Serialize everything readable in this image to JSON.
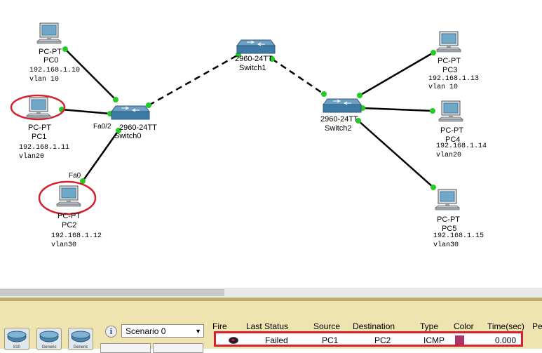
{
  "devices": {
    "pc0": {
      "type": "PC-PT",
      "name": "PC0",
      "ip": "192.168.1.10",
      "vlan": "vlan 10"
    },
    "pc1": {
      "type": "PC-PT",
      "name": "PC1",
      "ip": "192.168.1.11",
      "vlan": "vlan20"
    },
    "pc2": {
      "type": "PC-PT",
      "name": "PC2",
      "ip": "192.168.1.12",
      "vlan": "vlan30"
    },
    "pc3": {
      "type": "PC-PT",
      "name": "PC3",
      "ip": "192.168.1.13",
      "vlan": "vlan 10"
    },
    "pc4": {
      "type": "PC-PT",
      "name": "PC4",
      "ip": "192.168.1.14",
      "vlan": "vlan20"
    },
    "pc5": {
      "type": "PC-PT",
      "name": "PC5",
      "ip": "192.168.1.15",
      "vlan": "vlan30"
    },
    "switch0": {
      "model": "2960-24TT",
      "name": "Switch0"
    },
    "switch1": {
      "model": "2960-24TT",
      "name": "Switch1"
    },
    "switch2": {
      "model": "2960-24TT",
      "name": "Switch2"
    }
  },
  "port_labels": {
    "switch0_pc1": "Fa0/2",
    "pc2_port": "Fa0"
  },
  "highlight_color": "#d6202e",
  "link_dot_color": "#22cc22",
  "bottom_panel": {
    "device_types": [
      "810",
      "Generic",
      "Generic"
    ],
    "scenario": "Scenario 0",
    "columns": [
      "Fire",
      "Last Status",
      "Source",
      "Destination",
      "Type",
      "Color",
      "Time(sec)",
      "Pe"
    ],
    "pdu": {
      "status": "Failed",
      "source": "PC1",
      "destination": "PC2",
      "type": "ICMP",
      "color": "#a8366a",
      "time": "0.000"
    }
  }
}
